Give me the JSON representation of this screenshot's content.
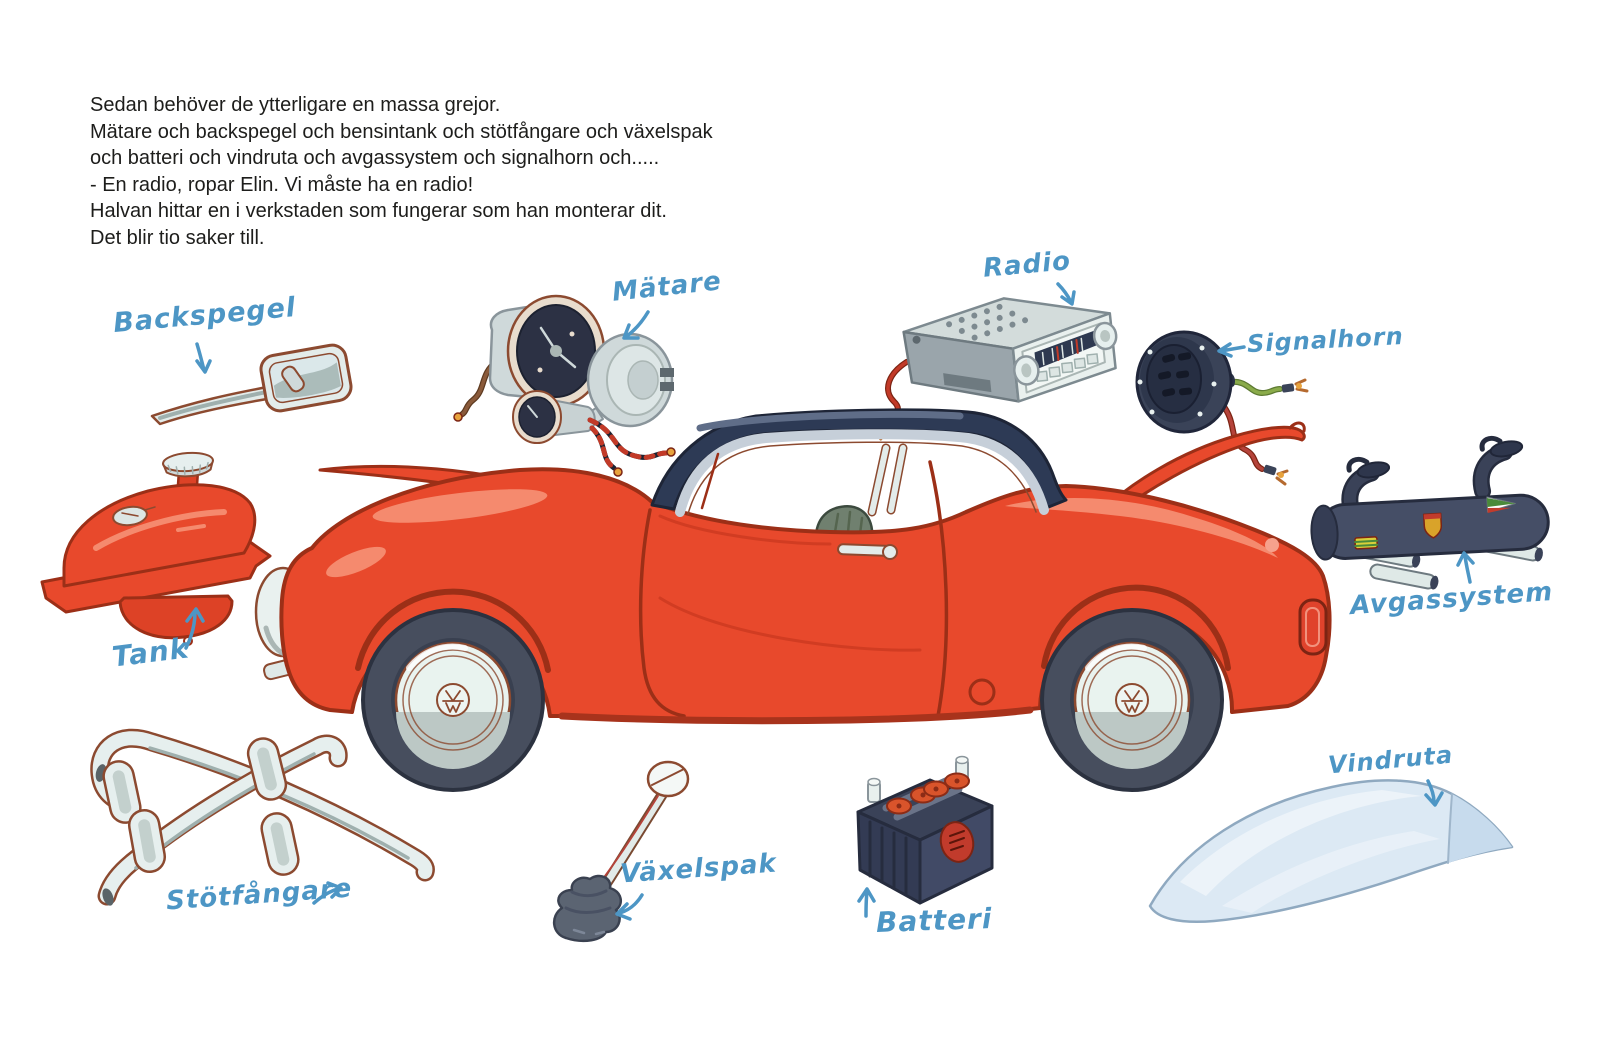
{
  "paragraph": {
    "lines": [
      "Sedan behöver de ytterligare en massa grejor.",
      "Mätare och backspegel och bensintank och stötfångare och växelspak",
      "och batteri och vindruta och avgassystem och signalhorn och.....",
      "- En radio, ropar Elin. Vi måste ha en radio!",
      "Halvan hittar en i verkstaden som fungerar som han monterar dit.",
      "Det blir tio saker till."
    ]
  },
  "labels": {
    "backspegel": "Backspegel",
    "matare": "Mätare",
    "radio": "Radio",
    "signalhorn": "Signalhorn",
    "tank": "Tank",
    "avgassystem": "Avgassystem",
    "stotfangare": "Stötfångare",
    "vaxelspak": "Växelspak",
    "batteri": "Batteri",
    "vindruta": "Vindruta"
  },
  "colors": {
    "car-red": "#e8492c",
    "roof-navy": "#2d3a55",
    "ink-blue": "#4d96c5",
    "chrome": "#e3ecea",
    "glass-blue": "#dce9f4",
    "slate": "#454e66",
    "text-ink": "#1d1d1b"
  }
}
